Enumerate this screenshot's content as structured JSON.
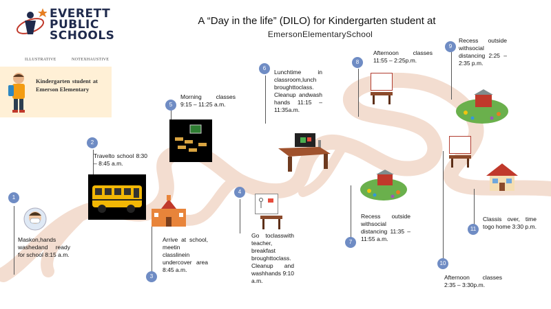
{
  "header": {
    "logo_lines": [
      "EVERETT",
      "PUBLIC",
      "SCHOOLS"
    ],
    "title": "A “Day in the life” (DILO) for Kindergarten student at",
    "subtitle": "EmersonElementarySchool"
  },
  "tags": {
    "illustrative": "ILLUSTRATIVE",
    "not_exhaustive": "NOTEXHAUSTIVE"
  },
  "intro": {
    "text": "Kindergarten student at Emerson Elementary"
  },
  "steps": [
    {
      "num": "1",
      "text": "Maskon,hands washedand ready for school 8:15 a.m."
    },
    {
      "num": "2",
      "text": "Travelto school 8:30 – 8:45 a.m."
    },
    {
      "num": "3",
      "text": "Arrive at school, meetin classlinein undercover area 8:45 a.m."
    },
    {
      "num": "4",
      "text": "Go toclasswith teacher, breakfast broughttoclass. Cleanup and washhands 9:10 a.m."
    },
    {
      "num": "5",
      "text": "Morning classes 9:15 – 11:25 a.m."
    },
    {
      "num": "6",
      "text": "Lunchtime in classroom,lunch broughttoclass. Cleanup andwash hands 11:15 – 11:35a.m."
    },
    {
      "num": "7",
      "text": "Recess outside withsocial distancing 11:35 – 11:55 a.m."
    },
    {
      "num": "8",
      "text": "Afternoon classes 11:55 – 2:25p.m."
    },
    {
      "num": "9",
      "text": "Recess outside withsocial distancing 2:25 – 2:35 p.m."
    },
    {
      "num": "10",
      "text": "Afternoon classes 2:35 – 3:30p.m."
    },
    {
      "num": "11",
      "text": "Classis over, time togo home 3:30 p.m."
    }
  ],
  "colors": {
    "road": "#f3ddd0",
    "badge": "#6f8cc4",
    "intro_bg": "#fff0d6",
    "board_border": "#b03a2e",
    "desk": "#8b4a2b"
  },
  "icons": [
    "school-logo-icon",
    "student-icon",
    "masked-child-icon",
    "school-bus-icon",
    "school-building-icon",
    "chalkboard-classroom-icon",
    "teacher-desk-icon",
    "playground-icon",
    "house-icon",
    "whiteboard-icon",
    "desk-icon"
  ]
}
